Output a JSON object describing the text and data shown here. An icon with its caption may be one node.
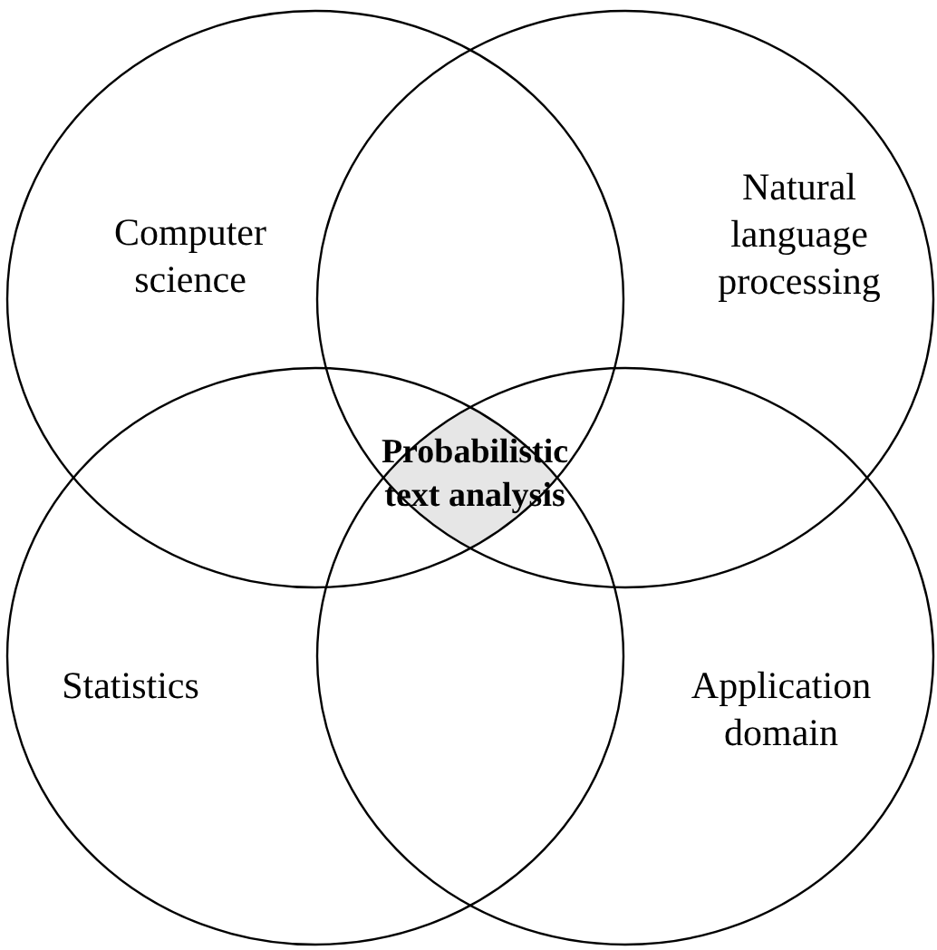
{
  "diagram": {
    "nodes": [
      {
        "text": [
          "Computer science"
        ]
      },
      {
        "text": [
          "Natural language processing"
        ]
      },
      {
        "text": [
          "Statistics"
        ]
      },
      {
        "text": [
          "Application domain"
        ]
      },
      {
        "text": [
          "Probabilistic text analysis"
        ]
      }
    ]
  }
}
